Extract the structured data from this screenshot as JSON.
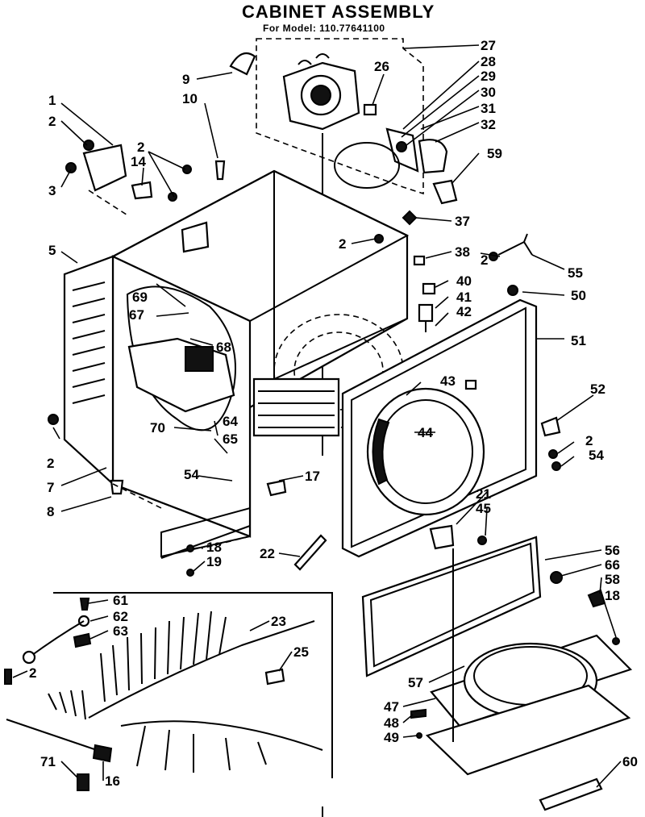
{
  "diagram": {
    "title": "CABINET ASSEMBLY",
    "subtitle": "For Model: 110.77641100"
  },
  "callouts": [
    "1",
    "2",
    "3",
    "14",
    "2",
    "5",
    "9",
    "10",
    "26",
    "27",
    "28",
    "29",
    "30",
    "31",
    "32",
    "59",
    "37",
    "2",
    "38",
    "55",
    "2",
    "40",
    "50",
    "41",
    "42",
    "51",
    "69",
    "67",
    "68",
    "43",
    "52",
    "44",
    "70",
    "64",
    "65",
    "2",
    "54",
    "2",
    "7",
    "54",
    "17",
    "21",
    "45",
    "8",
    "18",
    "19",
    "22",
    "56",
    "66",
    "58",
    "18",
    "61",
    "62",
    "63",
    "23",
    "25",
    "2",
    "57",
    "47",
    "48",
    "49",
    "71",
    "16",
    "60"
  ]
}
